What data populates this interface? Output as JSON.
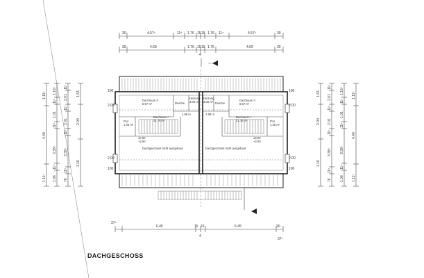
{
  "title": "DACHGESCHOSS",
  "dims": {
    "top_row1": [
      "30",
      "4.57⁵",
      "11⁵",
      "1.76",
      "15",
      "15",
      "1.76",
      "11⁵",
      "4.57⁵",
      "30"
    ],
    "top_row2": [
      "30",
      "4.69",
      "1.76",
      "15",
      "15",
      "1.76",
      "4.69",
      "30"
    ],
    "bottom_row": [
      "37⁵",
      "6.45",
      "15",
      "15",
      "6.45",
      "30",
      "37⁵"
    ],
    "left_col1": [
      "1.11⁵",
      "4.49",
      "1.11⁵"
    ],
    "left_col2": [
      "1.16⁵",
      "11⁵",
      "1.01",
      "11⁵",
      "3.38⁵",
      "11⁵",
      "1.06"
    ],
    "left_col3": [
      "11⁵",
      "2.01",
      "11⁵",
      "2.01",
      "11⁵",
      "3.38⁵",
      "11⁵",
      "76"
    ],
    "left_col4": [
      "1.64",
      "2.00",
      "1.16"
    ],
    "right_col1": [
      "1.64",
      "2.00",
      "1.16"
    ],
    "right_col2": [
      "11⁵",
      "2.01",
      "11⁵",
      "2.01",
      "11⁵",
      "3.38⁵",
      "11⁵",
      "76"
    ],
    "right_col3": [
      "1.16⁵",
      "11⁵",
      "1.01",
      "11⁵",
      "3.38⁵",
      "11⁵",
      "1.06"
    ],
    "right_col4": [
      "1.11⁵",
      "4.49",
      "1.11⁵"
    ],
    "side_left": [
      "100",
      "2.00",
      "2.00",
      "100"
    ],
    "side_right": [
      "100",
      "2.00",
      "2.00",
      "100"
    ],
    "center_marks": [
      "4",
      "4"
    ]
  },
  "rooms": {
    "dachraum_left": [
      "Dachraum II",
      "8.67 m²"
    ],
    "dachraum_right": [
      "Dachraum II",
      "8.67 m²"
    ],
    "heizung_left": [
      "Heizung",
      "3.00 m²"
    ],
    "heizung_right": [
      "Heizung",
      "3.00 m²"
    ],
    "dusche_left": "Dusche",
    "dusche_right": "Dusche",
    "flur_left": [
      "Flur",
      "1.35 m²"
    ],
    "flur_right": [
      "Flur",
      "1.35 m²"
    ],
    "dachraum_i_left": [
      "Dachraum I",
      "21.76 m²"
    ],
    "dachraum_i_right": [
      "Dachraum I",
      "21.76 m²"
    ],
    "note_left": "Dachgeschoss nicht ausgebaut",
    "note_right": "Dachgeschoss nicht ausgebaut",
    "level_left": [
      "±0,00",
      "+2,60"
    ],
    "level_right": [
      "±0,00",
      "+2,60"
    ],
    "small_left": "1.98 m",
    "small_right": "1.98 m"
  }
}
